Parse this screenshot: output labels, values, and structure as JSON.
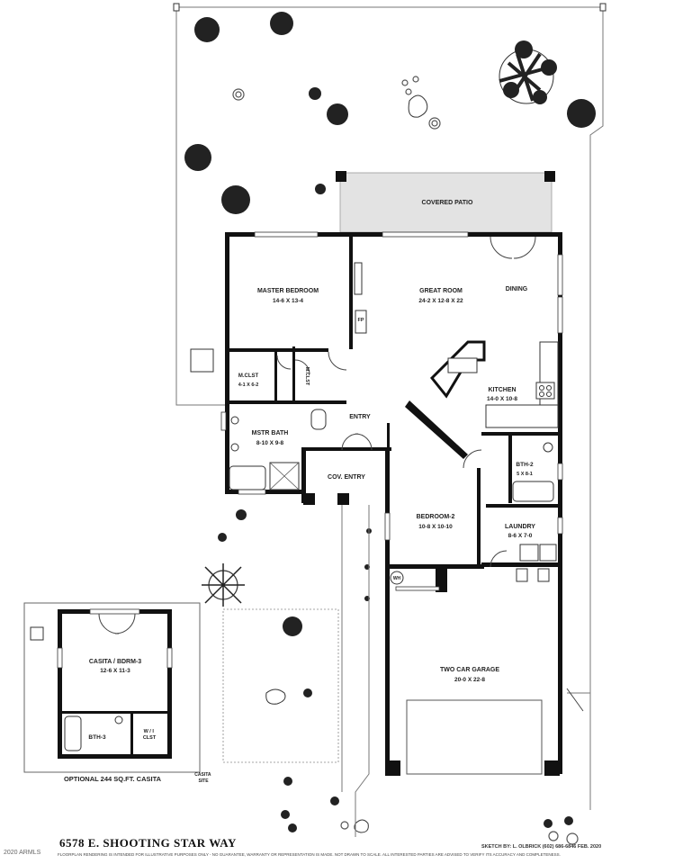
{
  "address": "6578 E. SHOOTING STAR WAY",
  "copyright": "2020 ARMLS",
  "disclaimer": "FLOORPLAN RENDERING IS INTENDED FOR ILLUSTRATIVE PURPOSES ONLY - NO GUARANTEE, WARRANTY OR REPRESENTATION IS MADE. NOT DRAWN TO SCALE. ALL INTERESTED PARTIES ARE ADVISED TO VERIFY ITS ACCURACY AND COMPLETENESS.",
  "sketch_credit": "SKETCH BY:  L. OLBRICK  (602) 686-6846  FEB. 2020",
  "rooms": {
    "covered_patio": "COVERED PATIO",
    "master_bedroom": {
      "name": "MASTER BEDROOM",
      "dims": "14-6  X  13-4"
    },
    "great_room": {
      "name": "GREAT ROOM",
      "dims": "24-2 X 12-8 X 22"
    },
    "dining": "DINING",
    "fp": "FP",
    "m_clst_1": {
      "name": "M.CLST",
      "dims": "4-1 X 6-2"
    },
    "m_clst_2": "M.CLST",
    "kitchen": {
      "name": "KITCHEN",
      "dims": "14-0 X 10-8"
    },
    "mstr_bath": {
      "name": "MSTR BATH",
      "dims": "8-10 X 9-8"
    },
    "entry": "ENTRY",
    "cov_entry": "COV. ENTRY",
    "bth_2": {
      "name": "BTH-2",
      "dims": "5 X 8-1"
    },
    "bedroom_2": {
      "name": "BEDROOM-2",
      "dims": "10-8 X 10-10"
    },
    "laundry": {
      "name": "LAUNDRY",
      "dims": "8-6 X 7-0"
    },
    "wh": "WH",
    "garage": {
      "name": "TWO CAR GARAGE",
      "dims": "20-0  X  22-8"
    },
    "casita_site": "CASITA\nSITE",
    "casita": {
      "name": "CASITA / BDRM-3",
      "dims": "12-6  X  11-3"
    },
    "bth_3": "BTH-3",
    "wi_clst": "W / I\nCLST",
    "optional_casita": "OPTIONAL 244 SQ.FT. CASITA"
  }
}
